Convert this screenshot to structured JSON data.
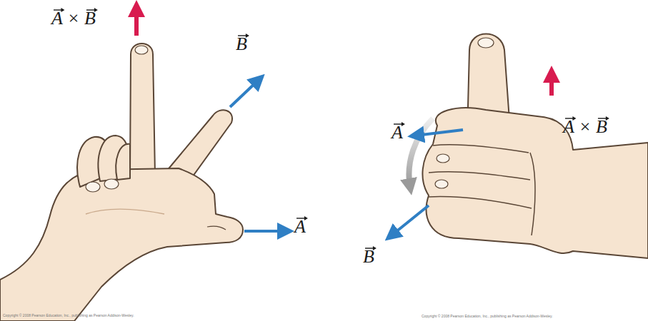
{
  "diagram": {
    "labels": [
      "A × B",
      "B",
      "A",
      "A",
      "A × B",
      "B",
      "Copyright © 2008 Pearson Education, Inc., publishing as Pearson Addison-Wesley.",
      "Copyright © 2008 Pearson Education, Inc., publishing as Pearson Addison-Wesley."
    ]
  }
}
